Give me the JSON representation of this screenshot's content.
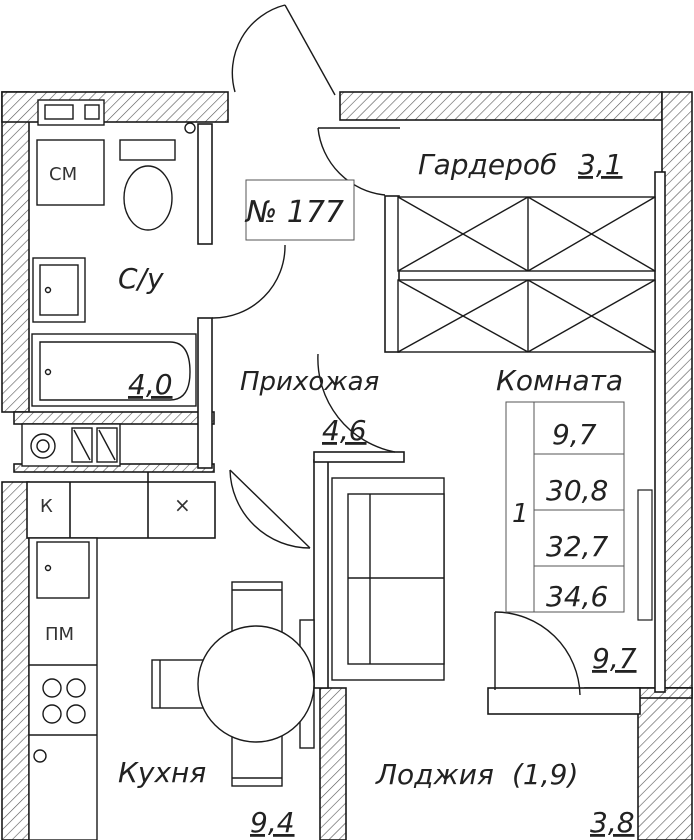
{
  "apartment": {
    "number_label": "№ 177"
  },
  "rooms": {
    "wardrobe": {
      "name": "Гардероб",
      "area": "3,1"
    },
    "bathroom": {
      "name": "С/у",
      "area": "4,0"
    },
    "hallway": {
      "name": "Прихожая",
      "area": "4,6"
    },
    "room": {
      "name": "Комната",
      "area": "9,7"
    },
    "kitchen": {
      "name": "Кухня",
      "area": "9,4"
    },
    "loggia": {
      "name": "Лоджия",
      "area_in_parens": "(1,9)",
      "area": "3,8"
    }
  },
  "fixtures": {
    "washer": "СМ",
    "fridge": "К",
    "stove_hood": "×",
    "dishwasher": "ПМ"
  },
  "summary_table": {
    "row_label": "1",
    "values": [
      "9,7",
      "30,8",
      "32,7",
      "34,6"
    ]
  },
  "colors": {
    "line": "#1a1a1a",
    "hatch": "#555555",
    "background": "#ffffff"
  }
}
